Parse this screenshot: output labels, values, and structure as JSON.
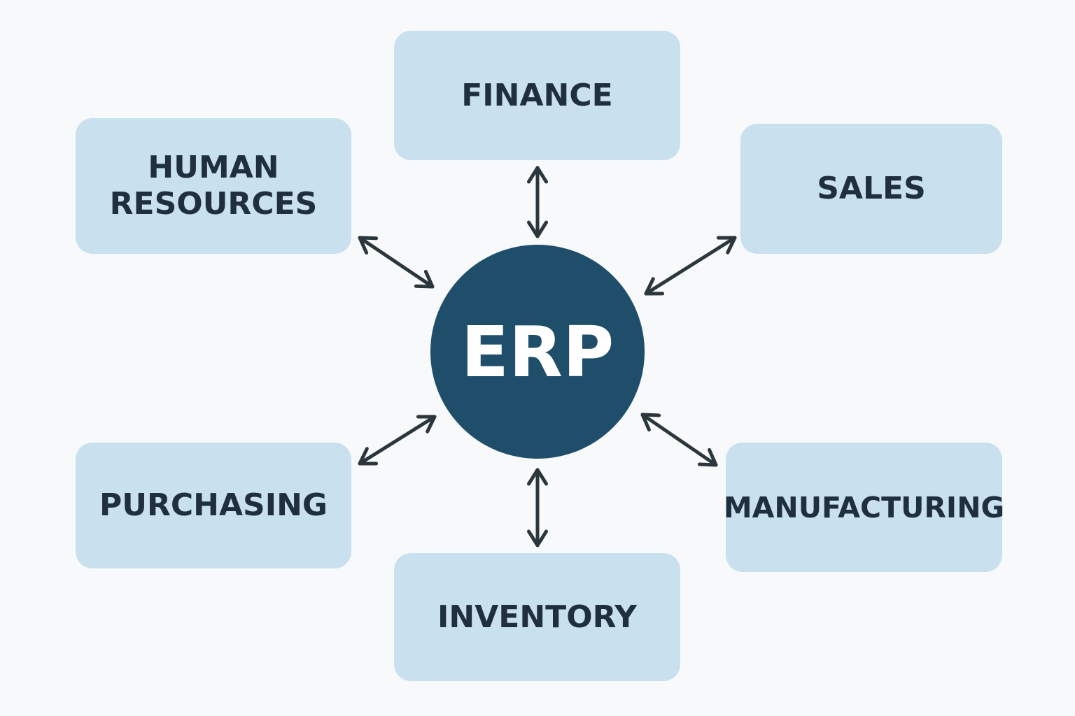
{
  "hub": {
    "label": "ERP"
  },
  "modules": {
    "finance": "FINANCE",
    "human_resources_line1": "HUMAN",
    "human_resources_line2": "RESOURCES",
    "sales": "SALES",
    "purchasing": "PURCHASING",
    "manufacturing": "MANUFACTURING",
    "inventory": "INVENTORY"
  },
  "colors": {
    "hub": "#1f4e6b",
    "box": "#c9e0ee",
    "text": "#1f2f3d",
    "arrow": "#2b363d",
    "background": "#f8f9fa"
  }
}
